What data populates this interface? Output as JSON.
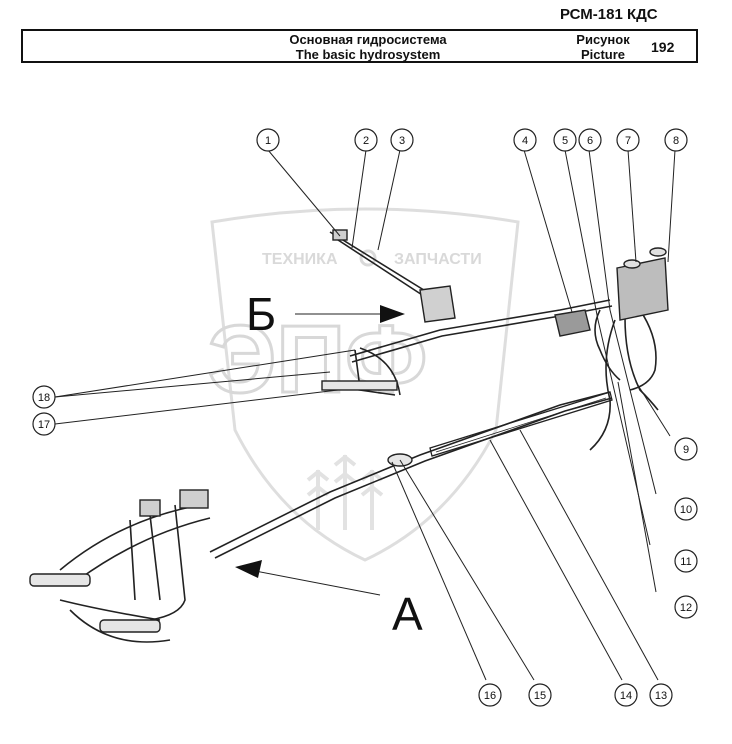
{
  "header": {
    "model": "РСМ-181 КДС",
    "title_ru": "Основная гидросистема",
    "title_en": "The basic hydrosystem",
    "picture_ru": "Рисунок",
    "picture_en": "Picture",
    "picture_number": "192"
  },
  "watermark": {
    "left_word": "ТЕХНИКА",
    "right_word": "ЗАПЧАСТИ",
    "big_letters": "ЭПФ"
  },
  "view_labels": {
    "b": "Б",
    "a": "А"
  },
  "callouts": [
    "1",
    "2",
    "3",
    "4",
    "5",
    "6",
    "7",
    "8",
    "9",
    "10",
    "11",
    "12",
    "13",
    "14",
    "15",
    "16",
    "17",
    "18"
  ],
  "colors": {
    "line": "#222222",
    "watermark": "#d9d9d9"
  }
}
